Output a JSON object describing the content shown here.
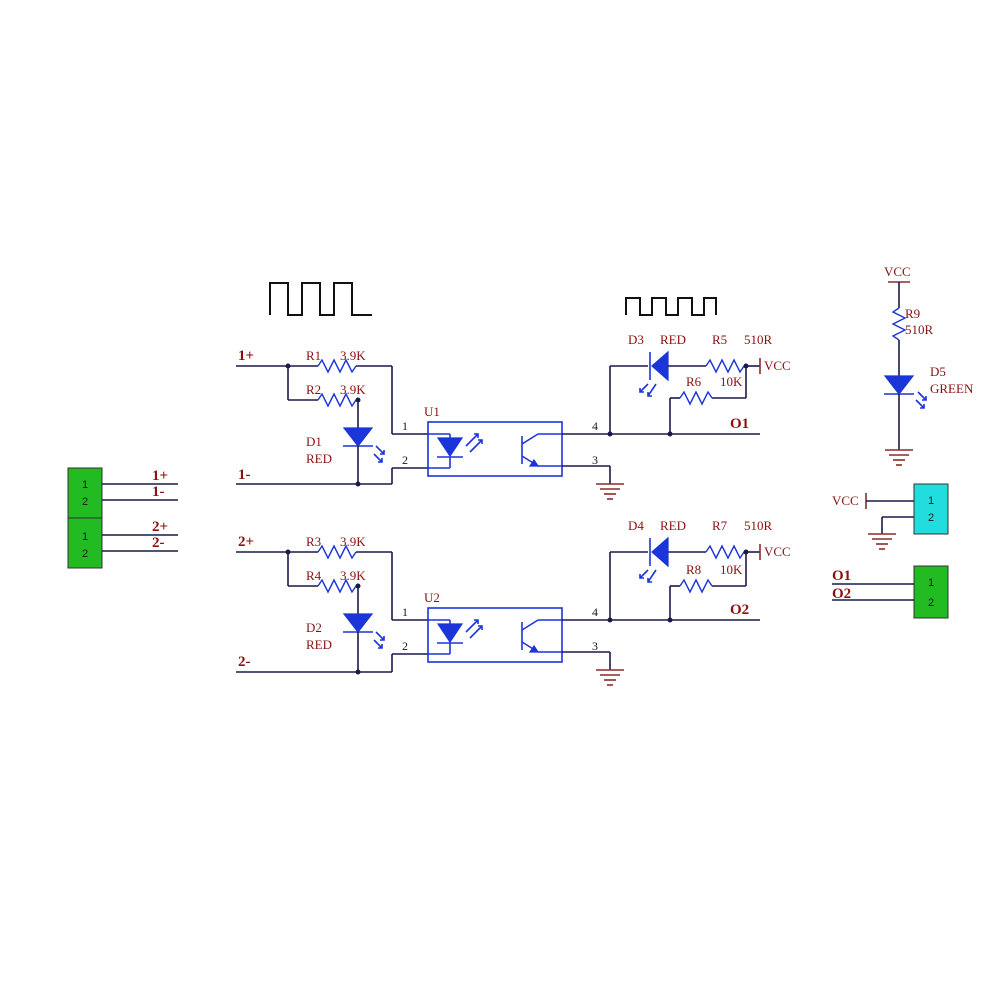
{
  "inputs": {
    "in1_pos": "1+",
    "in1_neg": "1-",
    "in2_pos": "2+",
    "in2_neg": "2-"
  },
  "input_header": {
    "pins": [
      "1",
      "2",
      "1",
      "2"
    ],
    "net_labels": [
      "1+",
      "1-",
      "2+",
      "2-"
    ],
    "color": "#22bb22"
  },
  "channel1": {
    "r1": {
      "ref": "R1",
      "value": "3.9K"
    },
    "r2": {
      "ref": "R2",
      "value": "3.9K"
    },
    "d1": {
      "ref": "D1",
      "value": "RED"
    },
    "u1": {
      "ref": "U1",
      "pins": [
        "1",
        "2",
        "4",
        "3"
      ]
    },
    "d3": {
      "ref": "D3",
      "value": "RED"
    },
    "r5": {
      "ref": "R5",
      "value": "510R"
    },
    "r6": {
      "ref": "R6",
      "value": "10K"
    },
    "vcc": "VCC",
    "output": "O1"
  },
  "channel2": {
    "r3": {
      "ref": "R3",
      "value": "3.9K"
    },
    "r4": {
      "ref": "R4",
      "value": "3.9K"
    },
    "d2": {
      "ref": "D2",
      "value": "RED"
    },
    "u2": {
      "ref": "U2",
      "pins": [
        "1",
        "2",
        "4",
        "3"
      ]
    },
    "d4": {
      "ref": "D4",
      "value": "RED"
    },
    "r7": {
      "ref": "R7",
      "value": "510R"
    },
    "r8": {
      "ref": "R8",
      "value": "10K"
    },
    "vcc": "VCC",
    "output": "O2"
  },
  "power_indicator": {
    "vcc": "VCC",
    "r9": {
      "ref": "R9",
      "value": "510R"
    },
    "d5": {
      "ref": "D5",
      "value": "GREEN"
    }
  },
  "power_header": {
    "vcc": "VCC",
    "pins": [
      "1",
      "2"
    ],
    "color": "#22dddd"
  },
  "output_header": {
    "net_labels": [
      "O1",
      "O2"
    ],
    "pins": [
      "1",
      "2"
    ],
    "color": "#22bb22"
  },
  "colors": {
    "wire": "#1a1a4a",
    "component": "#1a35d8",
    "label": "#8b1010"
  }
}
